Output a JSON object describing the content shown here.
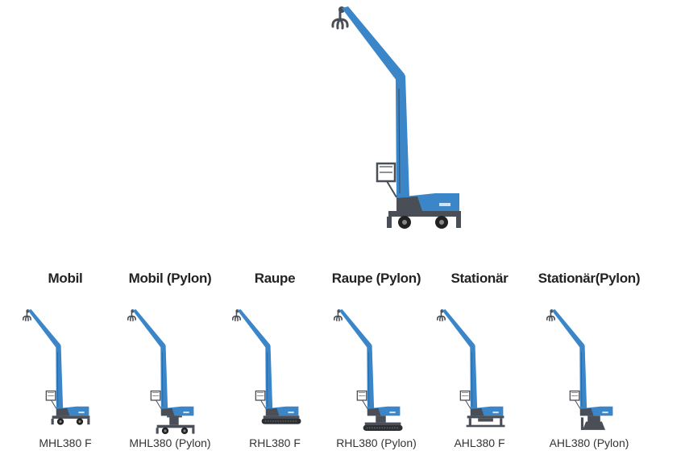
{
  "colors": {
    "machine_blue": "#3a86c8",
    "machine_dark": "#4a4f57",
    "text": "#222222"
  },
  "hero": {
    "icon": "material-handler-icon"
  },
  "variants": [
    {
      "title": "Mobil",
      "model": "MHL380 F",
      "base": "wheels",
      "icon": "mobile-material-handler-icon"
    },
    {
      "title": "Mobil (Pylon)",
      "model": "MHL380 (Pylon)",
      "base": "wheels-pylon",
      "icon": "mobile-pylon-material-handler-icon"
    },
    {
      "title": "Raupe",
      "model": "RHL380 F",
      "base": "tracks",
      "icon": "crawler-material-handler-icon"
    },
    {
      "title": "Raupe (Pylon)",
      "model": "RHL380 (Pylon)",
      "base": "tracks-pylon",
      "icon": "crawler-pylon-material-handler-icon"
    },
    {
      "title": "Stationär",
      "model": "AHL380 F",
      "base": "stationary",
      "icon": "stationary-material-handler-icon"
    },
    {
      "title": "Stationär(Pylon)",
      "model": "AHL380 (Pylon)",
      "base": "stationary-pylon",
      "icon": "stationary-pylon-material-handler-icon"
    }
  ]
}
